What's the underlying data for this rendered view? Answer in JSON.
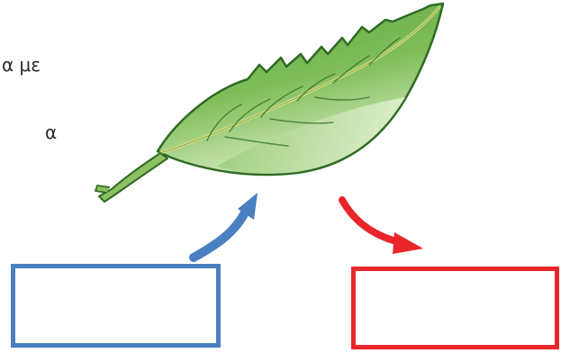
{
  "instruction": {
    "line1": "α με",
    "line2": "α"
  },
  "colors": {
    "leaf_dark": "#4f9e3a",
    "leaf_light": "#cfe6b2",
    "blue_accent": "#4a7fc1",
    "red_accent": "#e8262a"
  },
  "icons": {
    "leaf": "leaf-illustration",
    "arrow_in": "curved-arrow-up",
    "arrow_out": "curved-arrow-down"
  }
}
